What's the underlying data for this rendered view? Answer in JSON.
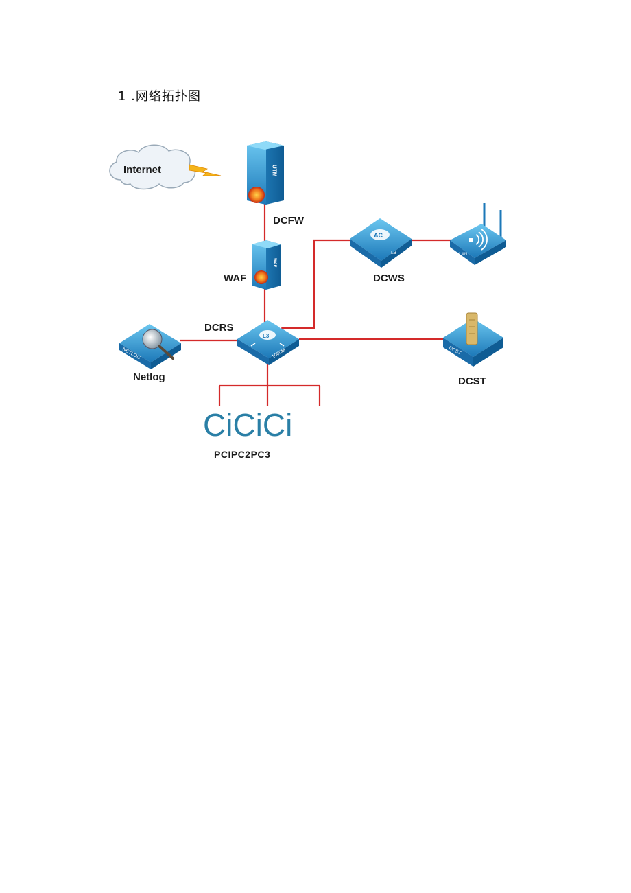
{
  "heading": "1 .网络拓扑图",
  "nodes": {
    "internet": "Internet",
    "dcfw": "DCFW",
    "waf": "WAF",
    "dcrs": "DCRS",
    "netlog": "Netlog",
    "dcws": "DCWS",
    "dcst": "DCST",
    "pc_icons": "CiCiCi",
    "pc_labels": "PCIPC2PC3"
  },
  "colors": {
    "link": "#d42a2a",
    "device_blue": "#3a9fd6",
    "device_dark": "#1f6fa6",
    "cloud": "#eef3f8",
    "pc_text": "#2a7fa6"
  }
}
